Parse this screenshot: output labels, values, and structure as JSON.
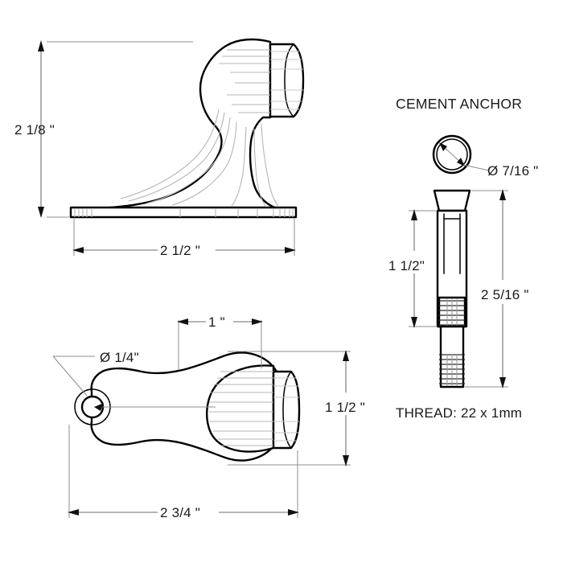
{
  "drawing": {
    "title": "Door stop technical drawing",
    "background_color": "#ffffff",
    "line_color": "#000000",
    "shading_color": "#b6b6b6",
    "dimension_color": "#6e6e6e",
    "views": {
      "side_elevation": {
        "name": "Side elevation of door stop",
        "dimensions": {
          "height_label": "2 1/8 \"",
          "width_label": "2 1/2 \""
        }
      },
      "plan": {
        "name": "Plan view of door stop",
        "dimensions": {
          "knob_width_label": "1 \"",
          "body_width_label": "1 1/2 \"",
          "overall_length_label": "2 3/4 \"",
          "hole_label": "Ø 1/4\""
        }
      },
      "cement_anchor": {
        "name": "Cement anchor detail",
        "heading": "CEMENT ANCHOR",
        "dimensions": {
          "diameter_label": "Ø  7/16 \"",
          "sleeve_length_label": "1 1/2\"",
          "overall_length_label": "2  5/16 \""
        },
        "thread_note": "THREAD: 22 x 1mm"
      }
    }
  }
}
